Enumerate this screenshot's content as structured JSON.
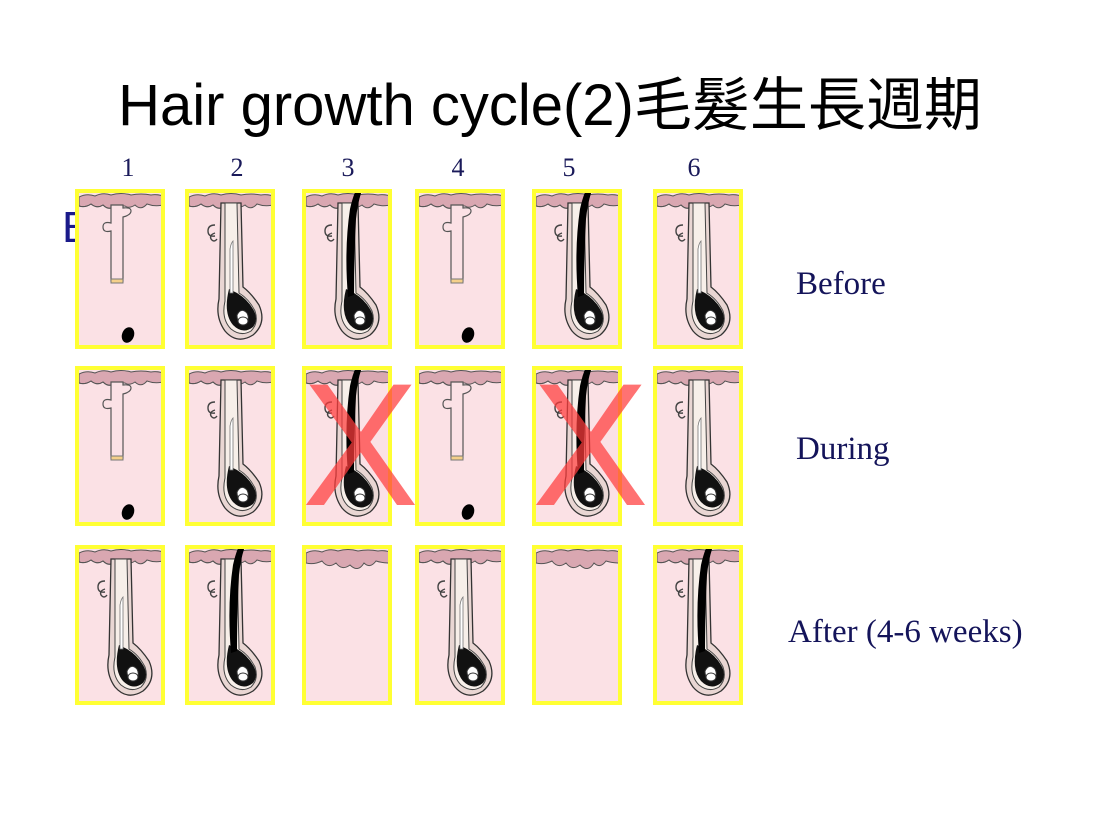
{
  "slide": {
    "title": "Hair growth cycle(2)毛髮生長週期",
    "partial_text": "B        r",
    "columns": [
      "1",
      "2",
      "3",
      "4",
      "5",
      "6"
    ],
    "rows": [
      {
        "label": "Before",
        "stages": [
          "telogen-shed",
          "anagen-no-shaft",
          "anagen-with-hair",
          "telogen-shed",
          "anagen-with-hair",
          "anagen-no-shaft"
        ]
      },
      {
        "label": "During",
        "stages": [
          "telogen-shed",
          "anagen-no-shaft",
          "anagen-with-hair",
          "telogen-shed",
          "anagen-with-hair",
          "anagen-no-shaft"
        ],
        "crossed_columns": [
          "3",
          "5"
        ]
      },
      {
        "label": "After (4-6 weeks)",
        "stages": [
          "anagen-no-shaft",
          "anagen-with-hair",
          "empty-follicle",
          "anagen-no-shaft",
          "empty-follicle",
          "anagen-with-hair"
        ]
      }
    ],
    "cross_mark": "X",
    "colors": {
      "cell_fill": "#fbe1e5",
      "cell_border": "#ffff33",
      "cross": "#ff3c3c",
      "label": "#14145a"
    }
  }
}
